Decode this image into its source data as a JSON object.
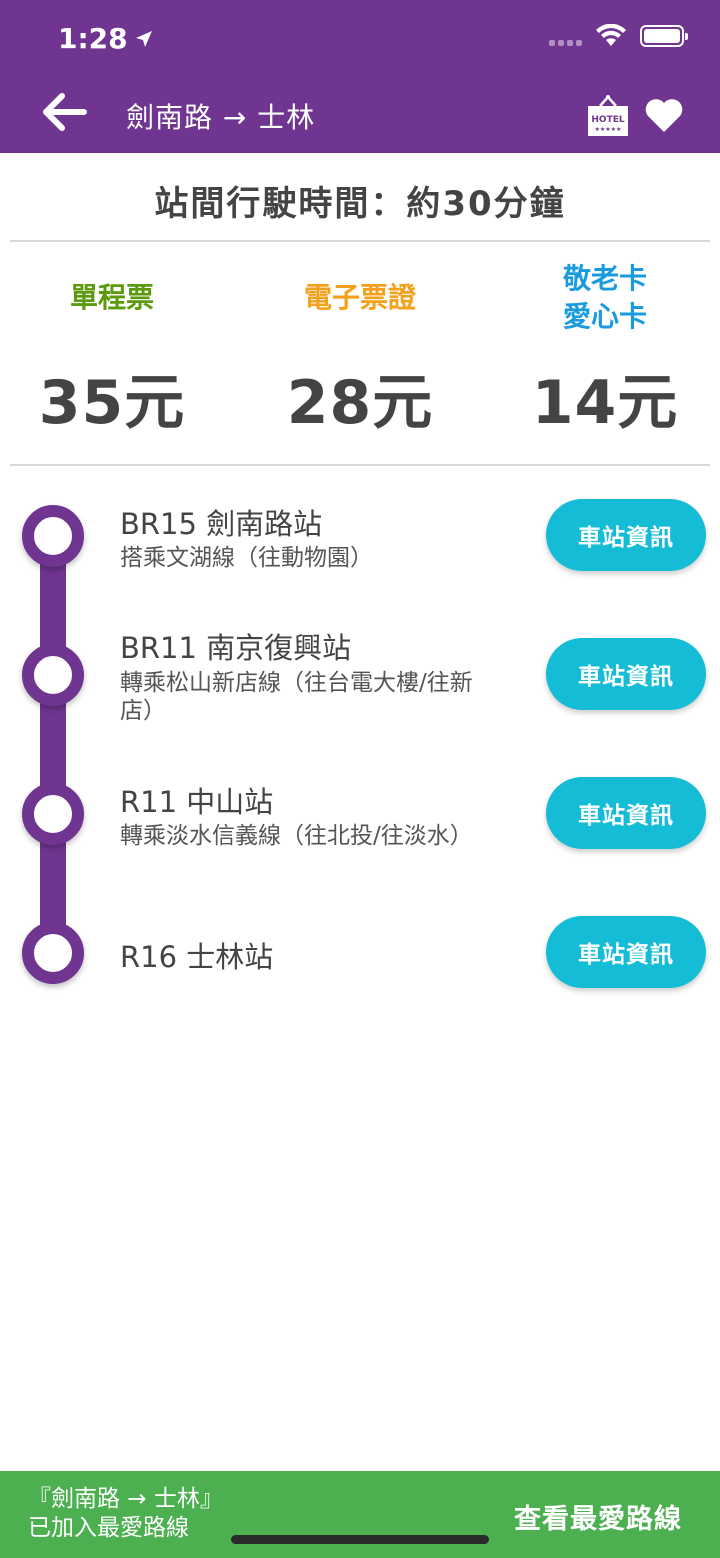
{
  "status_bar": {
    "time": "1:28"
  },
  "header": {
    "title": "劍南路 → 士林",
    "hotel_badge": "HOTEL",
    "hotel_stars": "★★★★★"
  },
  "travel_time": "站間行駛時間：約30分鐘",
  "fares": [
    {
      "label": "單程票",
      "value": "35元",
      "color": "#5a9a0c"
    },
    {
      "label": "電子票證",
      "value": "28元",
      "color": "#f5a01a"
    },
    {
      "label": "敬老卡\n愛心卡",
      "value": "14元",
      "color": "#1a9be0"
    }
  ],
  "stations": [
    {
      "name": "BR15 劍南路站",
      "sub": "搭乘文湖線（往動物園）",
      "button": "車站資訊"
    },
    {
      "name": "BR11 南京復興站",
      "sub": "轉乘松山新店線（往台電大樓/往新店）",
      "button": "車站資訊"
    },
    {
      "name": "R11 中山站",
      "sub": "轉乘淡水信義線（往北投/往淡水）",
      "button": "車站資訊"
    },
    {
      "name": "R16 士林站",
      "sub": "",
      "button": "車站資訊"
    }
  ],
  "toast": {
    "message_line1": "『劍南路 → 士林』",
    "message_line2": "已加入最愛路線",
    "action": "查看最愛路線"
  },
  "colors": {
    "brand": "#6f3590",
    "button": "#14bcd6",
    "toast": "#4caf50"
  }
}
